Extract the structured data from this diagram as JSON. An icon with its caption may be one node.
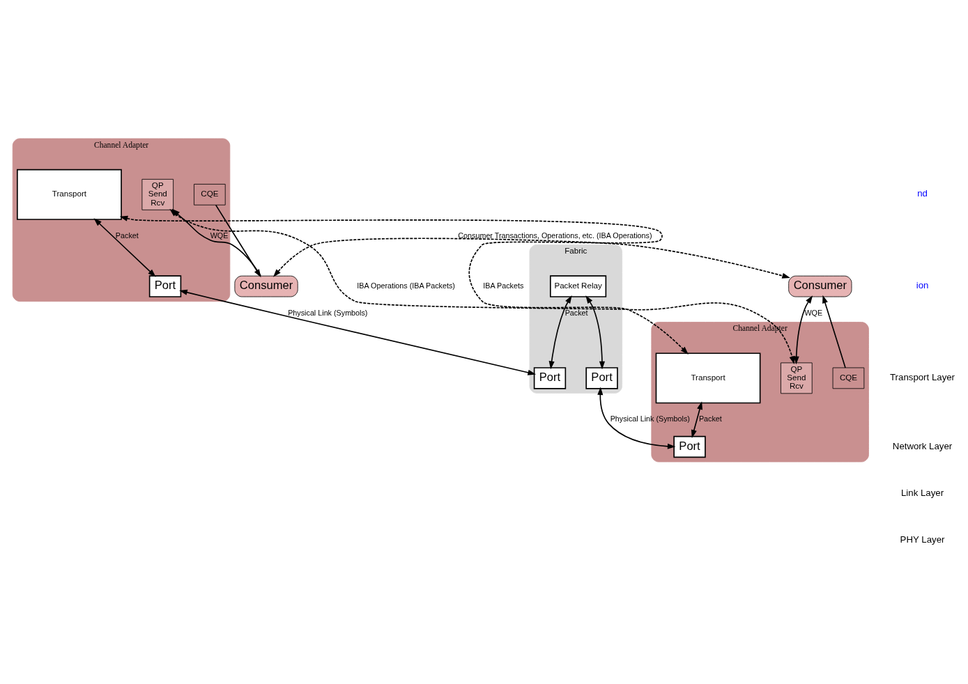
{
  "diagram": {
    "nodes": [
      {
        "text": [
          "Consumer"
        ]
      },
      {
        "text": [
          "Consumer"
        ]
      },
      {
        "text": [
          "Channel Adapter"
        ]
      },
      {
        "text": [
          "Channel Adapter"
        ]
      },
      {
        "text": [
          "CQE"
        ],
        "in": 2
      },
      {
        "text": [
          "QP",
          "Send",
          "Rcv"
        ],
        "in": 2
      },
      {
        "text": [
          "Transport"
        ],
        "in": 2
      },
      {
        "text": [
          "Port"
        ],
        "in": 2
      },
      {
        "text": [
          "CQE"
        ],
        "in": 3
      },
      {
        "text": [
          "QP",
          "Send",
          "Rcv"
        ],
        "in": 3
      },
      {
        "text": [
          "Transport"
        ],
        "in": 3
      },
      {
        "text": [
          "Port"
        ],
        "in": 3
      },
      {
        "text": [
          "Fabric"
        ]
      },
      {
        "text": [
          "Packet Relay"
        ],
        "in": 12
      },
      {
        "text": [
          "Port"
        ],
        "in": 12
      },
      {
        "text": [
          "Port"
        ],
        "in": 12
      }
    ],
    "edges": [
      {
        "from": 0,
        "to": 1,
        "arrow": "both",
        "style": "dashed",
        "label": "Consumer Transactions, Operations, etc. (IBA Operations)"
      },
      {
        "from": 0,
        "to": 5,
        "arrow": "to",
        "label": "WQE"
      },
      {
        "from": 4,
        "to": 0,
        "arrow": "to"
      },
      {
        "from": 1,
        "to": 9,
        "arrow": "both",
        "label": "WQE"
      },
      {
        "from": 8,
        "to": 1,
        "arrow": "to"
      },
      {
        "from": 5,
        "to": 9,
        "arrow": "both",
        "style": "dashed",
        "label": "IBA Operations (IBA Packets)"
      },
      {
        "from": 6,
        "to": 10,
        "arrow": "both",
        "style": "dashed",
        "label": "IBA Packets"
      },
      {
        "from": 6,
        "to": 7,
        "arrow": "both",
        "label": "Packet"
      },
      {
        "from": 10,
        "to": 11,
        "arrow": "both",
        "label": "Packet"
      },
      {
        "from": 13,
        "to": 14,
        "arrow": "both",
        "label": "Packet"
      },
      {
        "from": 13,
        "to": 15,
        "arrow": "both"
      },
      {
        "from": 7,
        "to": 14,
        "arrow": "both",
        "label": "Physical Link (Symbols)"
      },
      {
        "from": 15,
        "to": 11,
        "arrow": "both",
        "label": "Physical Link (Symbols)"
      }
    ],
    "labels": [
      "nd",
      "ion",
      "Transport Layer",
      "Network Layer",
      "Link Layer",
      "PHY Layer"
    ]
  }
}
